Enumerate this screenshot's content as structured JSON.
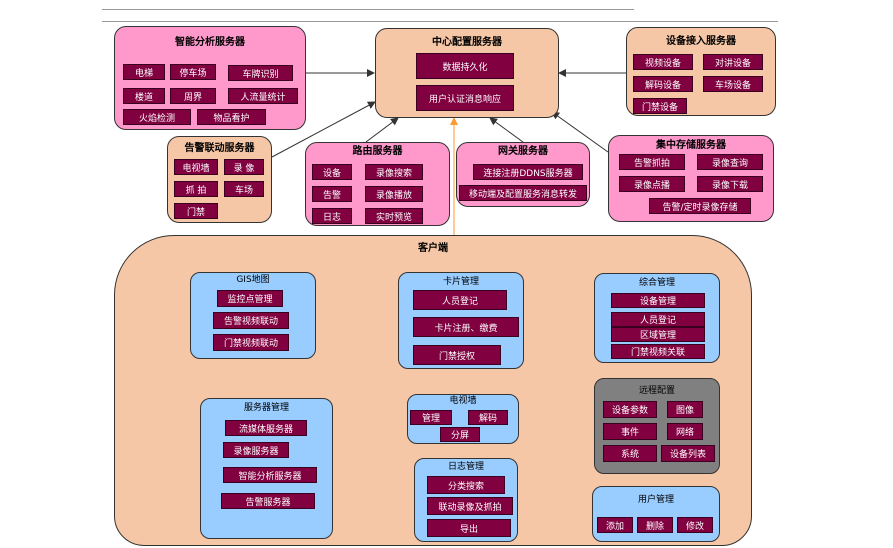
{
  "colors": {
    "pink": "#ff99cc",
    "tan": "#f6c7a6",
    "blue": "#99ccff",
    "gray": "#808080",
    "button": "#800040",
    "arrow_orange": "#ff9933",
    "arrow_black": "#333333"
  },
  "smart": {
    "title": "智能分析服务器",
    "items": [
      "电梯",
      "停车场",
      "车牌识别",
      "楼道",
      "周界",
      "人流量统计",
      "火焰检测",
      "物品看护"
    ]
  },
  "center": {
    "title": "中心配置服务器",
    "items": [
      "数据持久化",
      "用户认证消息响应"
    ]
  },
  "access": {
    "title": "设备接入服务器",
    "items": [
      "视频设备",
      "对讲设备",
      "解码设备",
      "车场设备",
      "门禁设备"
    ]
  },
  "alarm": {
    "title": "告警联动服务器",
    "items": [
      "电视墙",
      "录 像",
      "抓 拍",
      "车场",
      "门禁"
    ]
  },
  "routing": {
    "title": "路由服务器",
    "items": [
      "设备",
      "录像搜索",
      "告警",
      "录像播放",
      "日志",
      "实时预览"
    ]
  },
  "gateway": {
    "title": "网关服务器",
    "items": [
      "连接注册DDNS服务器",
      "移动端及配置服务消息转发"
    ]
  },
  "storage": {
    "title": "集中存储服务器",
    "items": [
      "告警抓拍",
      "录像查询",
      "录像点播",
      "录像下载",
      "告警/定时录像存储"
    ]
  },
  "client": {
    "title": "客户端"
  },
  "gis": {
    "title": "GIS地图",
    "items": [
      "监控点管理",
      "告警视频联动",
      "门禁视频联动"
    ]
  },
  "card": {
    "title": "卡片管理",
    "items": [
      "人员登记",
      "卡片注册、缴费",
      "门禁授权"
    ]
  },
  "general": {
    "title": "综合管理",
    "items": [
      "设备管理",
      "人员登记",
      "区域管理",
      "门禁视频关联"
    ]
  },
  "servermgmt": {
    "title": "服务器管理",
    "items": [
      "流媒体服务器",
      "录像服务器",
      "智能分析服务器",
      "告警服务器"
    ]
  },
  "tvwall": {
    "title": "电视墙",
    "items": [
      "管理",
      "解码",
      "分屏"
    ]
  },
  "remote": {
    "title": "远程配置",
    "items": [
      "设备参数",
      "图像",
      "事件",
      "网络",
      "系统",
      "设备列表"
    ]
  },
  "log": {
    "title": "日志管理",
    "items": [
      "分类搜索",
      "联动录像及抓拍",
      "导出"
    ]
  },
  "user": {
    "title": "用户管理",
    "items": [
      "添加",
      "删除",
      "修改"
    ]
  }
}
